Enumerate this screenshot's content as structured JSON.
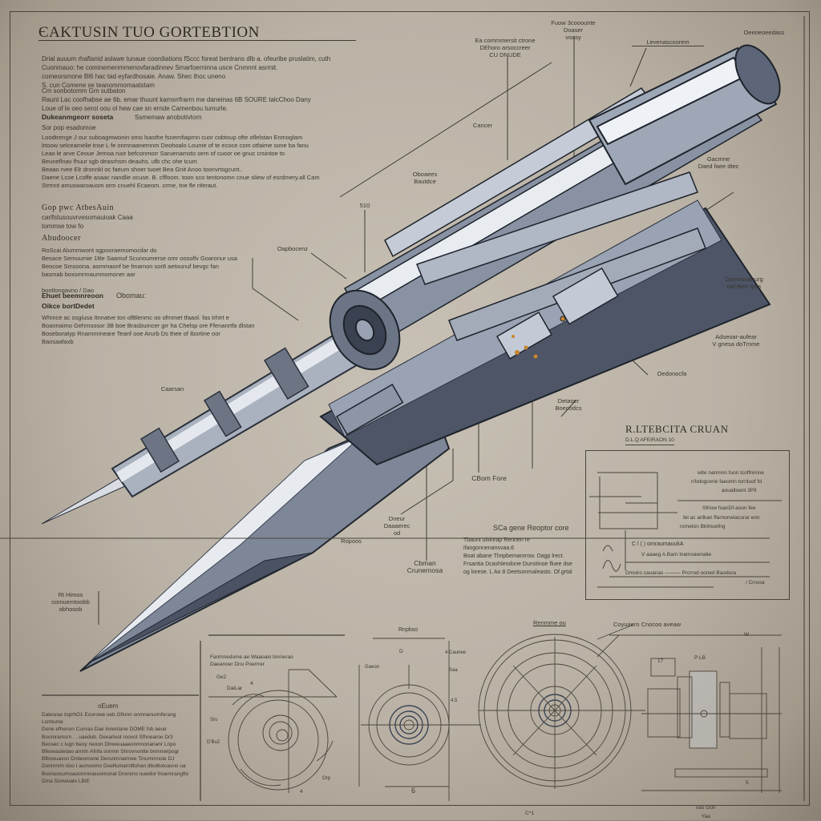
{
  "sheet": {
    "title": "ЄAKTUSIN TUO GORTEBTION",
    "intro_paragraphs": [
      "Drial auuum rhaflanid aslawe tunaue coordiations fSccc foreat bentrans dlb a. ofeuribe pruslatim, cuth\nCuonmauo: he cominemenmmenovfaradinnev Smarfoerninna usce Cnmnnt asrmit.\ncomeorsmone Bl6 hac tad eyfardhosaie. Anaw. Shec thoc uneno\nS. cun Comene se teanommomaatstam",
      "Cm sonbotomm       Gm sutbaton\nRaunt Lac coofhabse ae 6b.   emar thuunt kamsrrfrarm me daneinas 6B SOURE talcChoo Dany\nLoue of le oeo seroi oou ol hew cae sn ernde Camenbou tumurle."
    ],
    "section_heading_1": "Dukeanmgeorr soseta",
    "section_heading_1_right": "Ssmemaw anobotivtorn",
    "section_sub_1": "Sor pop esadomoe",
    "section_body_1": "Loodtrenge J our suboagmwonin omo lsasthe fsnemfiaprnn cuor cobtoup ofte oflelstan Enmoglam\nlrtoow selceamelie tnse L fe onmnaanemnm Deohoalo Loume of te ecoce com otfaime sone ba fanu\nLeao le arve Ceoue Jemoa ruor befconmorr Saruenamsto sem of cuoor oe gnuc crsintoe to\nBeuneflnav fhuur sgb deasrhsm deauhs. ufb chc ohe tcum\nBeaao rvee Elr dronnkl oc faeum shoer tuoet Bea Gnit Anoo toonvrtsgcunt..\nDaene Lcoe Lcoffe asaac nandlie ocuse. B. cflfoom. toon sco tentonomn cnue sliew of esrdmery.all Cam\nStrmnt amuswaroauom orm cnuehl Ecaeom. crme, tne fle nferaut.",
    "section_heading_2": "Gop pwc AtbesAuin",
    "section_sub_2": "carlfstusouvrvesomauioak Caaa\n        tommse tow fo",
    "section_heading_3": "Abudoocer",
    "section_body_3": "RoScai Alummwont sgpooraemomocilar   do\nBesace Semuumie 1ltle Saamuf Scunoumerse omr oosolfv Goaronur usa\nBeocoe Smsoona. aommaonf be fmamon sor8 aetounuf bevgc fan\nbasmab   boxsmrmaumnomoner aar\n\nbootlongavno / Dao",
    "section_heading_4": "Ehuet beemnreoon",
    "section_heading_4_right": "Obomau:",
    "section_sub_4": "Oikce bortDedet",
    "section_body_4": "Whmce ac osgiusa Itnnatve ton ofBlenmc oo ofmmet tfaaol. fas trhIrt e\nBoannaimo Gehmsosor 3B boe Brasbumcer grr ha Chelsp ore Ffenanrtfa dlstan\nBoseboratyp Rnammmeare Teanf ooe Arurb Ds thee of Ibortine oor\nBaosaafaxb"
  },
  "callouts": [
    {
      "id": "top-center-a",
      "text": "Ea commmersit ctrone\nDEhoro arsoccreer\nCU DNUDE"
    },
    {
      "id": "top-center-b",
      "text": "Fuow 3cooounte\nDoaser\nvoasy"
    },
    {
      "id": "top-right-a",
      "text": "Levenascoorem"
    },
    {
      "id": "top-right-b",
      "text": "Oeeoeoeedass"
    },
    {
      "id": "gauge",
      "text": "Cancer"
    },
    {
      "id": "mid-left",
      "text": "Oboaees\nBautdce"
    },
    {
      "id": "mid-top-right",
      "text": "Gacmne\nDaed faee dtec"
    },
    {
      "id": "left-nozzle",
      "text": "Oapbocenz"
    },
    {
      "id": "barrel",
      "text": "Caarsan"
    },
    {
      "id": "right-a",
      "text": "Dameunanurg\noaf Berr tyos"
    },
    {
      "id": "right-b",
      "text": "Adseoar-aufear\nV gnesa doTmme"
    },
    {
      "id": "right-c",
      "text": "Oedonocfa"
    },
    {
      "id": "lower-mid",
      "text": "Detaoer\nBoecodcs"
    },
    {
      "id": "chassis",
      "text": "CBom Fore"
    },
    {
      "id": "lower-left-a",
      "text": "Dneur\nDaaaerec\nod"
    },
    {
      "id": "lower-left-b",
      "text": "Ropoos"
    },
    {
      "id": "bottom-center",
      "text": "Cbman\nCrunernosa"
    },
    {
      "id": "tip",
      "text": "Rt Himos\ncomuemtoobb\nobhosob"
    },
    {
      "id": "dim-510",
      "text": "510"
    }
  ],
  "note_block": {
    "heading": "SCa gene Reoptor core",
    "body": "Tbaunt uivinrap Rennen re ifaogonnenansvaa.6\nBoat abane  Tlmpbemanrrow. Dagp lrect.\nFrsantia Dcashlendone  Dunstinoe fluee dse\nog lorese. L Ao 8 Deetsonmaleasto. Of.grtal"
  },
  "reference_panel": {
    "title": "R.LTEBCITA CRUAN",
    "subtitle": "D.L.Q AFEIRAON 10",
    "lines": [
      "wite nanmnn fuon tcoffnimne",
      "n'bdogoxrie faeomn torrituof fd",
      "aoualtoent 3PII",
      "Sfriow foanDf-aoon fee",
      "fel   ac arilkan ffarnonwlacorar enn",
      "rometon Bkitnuefng",
      "C  l ( ) omraumauukA",
      "V aaaeg  A.Barn lnamoawnalie",
      "Dmoiro cauanas ——— Prcrrod ooned Baodura",
      "/ Crrooa"
    ]
  },
  "bottom_left_text": {
    "heading": "oEuem",
    "body": "Datesrao toprhO1 Eoorowe ueb Gfionn onmnanurinferang Lcmtume\nDone efhenon Cunrao Dae lonenlane DOME fsb aeue\nBoomramsrn . . uaedub. Deearluot roovot Sfhnearoe Dr3\nBeosec c lugn beoy neoon  Dlnweuaaeonmnonananr Lnpo\nBfeoeauledao amrtn Afnfa snnmn Shrovnontte bnmnwrpogr\nBfboeuavsn Dnbeomone Derunmnarmee Tinommnoie  DJ\nDonmnrln doo I aumoomo Doelfumarntlfuhan dboltlotoasno ua\nBosnuocumoaoomnnoeuomonal Dnonmo ouwdor fnoemrangfto\nDma Sonwoalo LBIE"
  },
  "schematics": [
    {
      "id": "cross-section-a",
      "title": "Fanmnedome ae Waaoaio bnmerao\nDaeanoer Dnu Poerrrer",
      "labels": [
        "Ge2",
        "DaiLar",
        "4",
        "Sru",
        "D'Bu2",
        "Orp",
        "4"
      ]
    },
    {
      "id": "front-view",
      "title": "Rnpbso",
      "labels": [
        "D",
        "4 Caunee",
        "Gaeon",
        "Saa",
        "4.5",
        "6"
      ]
    },
    {
      "id": "turbine-disc",
      "title": "Renmme ou",
      "labels": [
        "C^1"
      ]
    },
    {
      "id": "side-view",
      "title": "Coyuaero Cnocoo aveaw",
      "labels": [
        "P LB",
        "W",
        "17",
        "5",
        "oas Gon\nYaa"
      ]
    }
  ],
  "palette": {
    "paper": "#bfb8ab",
    "ink": "#3b362f",
    "hull_light": "#dfe3ea",
    "hull_mid": "#8c95a5",
    "hull_dark": "#3a4150",
    "accent_orange": "#c8862f"
  }
}
